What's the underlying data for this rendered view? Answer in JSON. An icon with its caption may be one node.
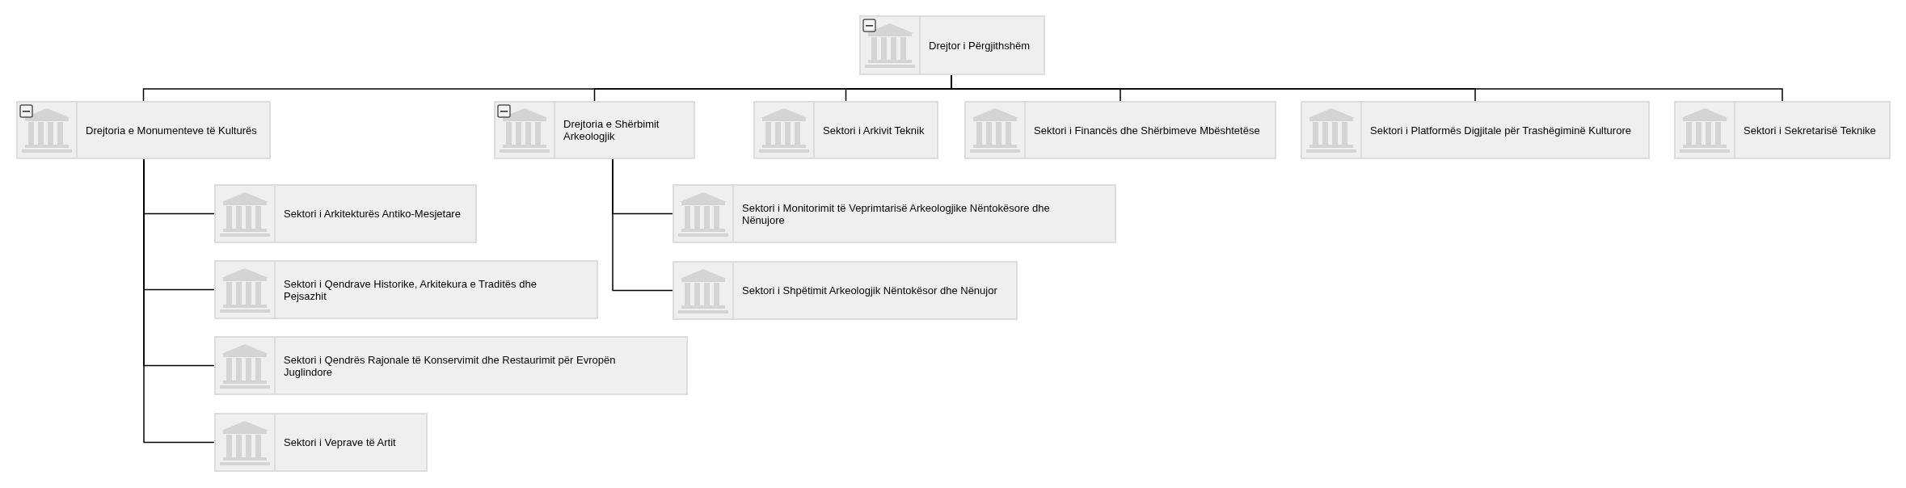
{
  "diagram": {
    "nodes": [
      {
        "text": [
          "Drejtor i Përgjithshëm"
        ]
      },
      {
        "text": [
          "Drejtoria e Monumenteve të Kulturës"
        ]
      },
      {
        "text": [
          "Drejtoria e Shërbimit Arkeologjik"
        ]
      },
      {
        "text": [
          "Sektori i Arkivit Teknik"
        ]
      },
      {
        "text": [
          "Sektori i Financës dhe Shërbimeve Mbështetëse"
        ]
      },
      {
        "text": [
          "Sektori i Platformës Digjitale për Trashëgiminë Kulturore"
        ]
      },
      {
        "text": [
          "Sektori i Sekretarisë Teknike"
        ]
      },
      {
        "text": [
          "Sektori i Arkitekturës Antiko-Mesjetare"
        ]
      },
      {
        "text": [
          "Sektori i Qendrave Historike, Arkitekura e Traditës dhe Pejsazhit"
        ]
      },
      {
        "text": [
          "Sektori i Qendrës Rajonale të Konservimit dhe Restaurimit për Evropën Juglindore"
        ]
      },
      {
        "text": [
          "Sektori i Veprave të Artit"
        ]
      },
      {
        "text": [
          "Sektori i Monitorimit të Veprimtarisë Arkeologjike Nëntokësore dhe Nënujore"
        ]
      },
      {
        "text": [
          "Sektori i Shpëtimit Arkeologjik Nëntokësor dhe Nënujor"
        ]
      }
    ],
    "edges": [
      {
        "from": 0,
        "to": 1,
        "arrow": "none"
      },
      {
        "from": 0,
        "to": 2,
        "arrow": "none"
      },
      {
        "from": 0,
        "to": 3,
        "arrow": "none"
      },
      {
        "from": 0,
        "to": 4,
        "arrow": "none"
      },
      {
        "from": 0,
        "to": 5,
        "arrow": "none"
      },
      {
        "from": 0,
        "to": 6,
        "arrow": "none"
      },
      {
        "from": 1,
        "to": 7,
        "arrow": "none"
      },
      {
        "from": 1,
        "to": 8,
        "arrow": "none"
      },
      {
        "from": 1,
        "to": 9,
        "arrow": "none"
      },
      {
        "from": 1,
        "to": 10,
        "arrow": "none"
      },
      {
        "from": 2,
        "to": 11,
        "arrow": "none"
      },
      {
        "from": 2,
        "to": 12,
        "arrow": "none"
      }
    ]
  }
}
